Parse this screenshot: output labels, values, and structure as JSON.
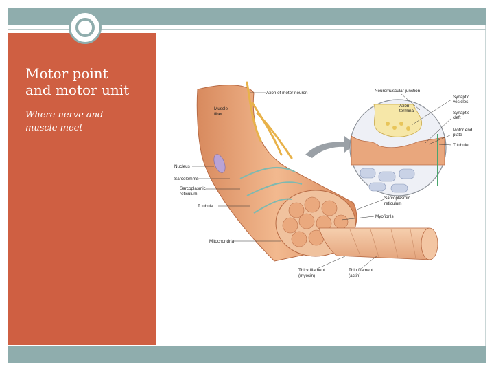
{
  "slide": {
    "title_line1": "Motor point",
    "title_line2": "and motor unit",
    "subtitle_line1": "Where nerve and",
    "subtitle_line2": "muscle meet"
  },
  "diagram": {
    "labels": {
      "axon_of_motor_neuron": "Axon of motor neuron",
      "neuromuscular_junction": "Neuromuscular junction",
      "muscle_fiber_1": "Muscle",
      "muscle_fiber_2": "fiber",
      "synaptic_vesicles_1": "Synaptic",
      "synaptic_vesicles_2": "vesicles",
      "axon_terminal_1": "Axon",
      "axon_terminal_2": "terminal",
      "synaptic_cleft_1": "Synaptic",
      "synaptic_cleft_2": "cleft",
      "motor_end_plate_1": "Motor end",
      "motor_end_plate_2": "plate",
      "t_tubule_right": "T tubule",
      "nucleus": "Nucleus",
      "sarcolemma": "Sarcolemma",
      "sarcoplasmic_reticulum_left_1": "Sarcoplasmic",
      "sarcoplasmic_reticulum_left_2": "reticulum",
      "t_tubule_left": "T tubule",
      "sarcoplasmic_reticulum_right_1": "Sarcoplasmic",
      "sarcoplasmic_reticulum_right_2": "reticulum",
      "myofibrils": "Myofibrils",
      "mitochondria": "Mitochondria",
      "thick_filament_1": "Thick filament",
      "thick_filament_2": "(myosin)",
      "thin_filament_1": "Thin filament",
      "thin_filament_2": "(actin)"
    }
  },
  "colors": {
    "accent_red": "#cf5f42",
    "accent_teal": "#8fadad"
  }
}
